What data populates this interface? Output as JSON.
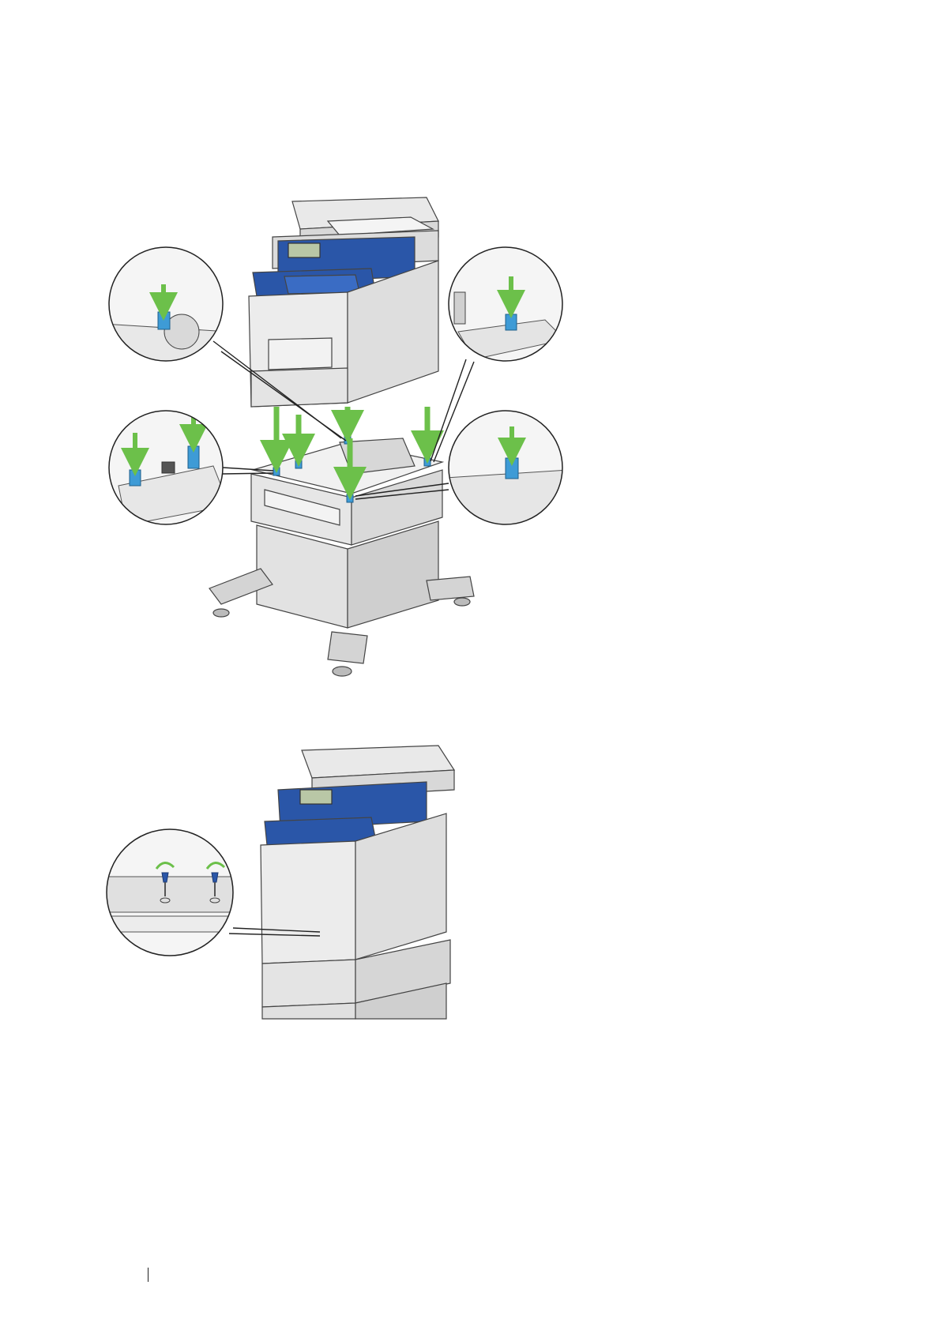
{
  "page": {
    "page_number": ""
  },
  "figures": [
    {
      "id": "figure-1",
      "subject": "printer",
      "colors": {
        "accent_blue": "#2a56a8",
        "guide_pin": "#3e9bd6",
        "arrow_green": "#6cc04a"
      }
    },
    {
      "id": "figure-2",
      "subject": "printer",
      "colors": {
        "accent_blue": "#2a56a8",
        "screw_green": "#6cc04a"
      }
    }
  ]
}
